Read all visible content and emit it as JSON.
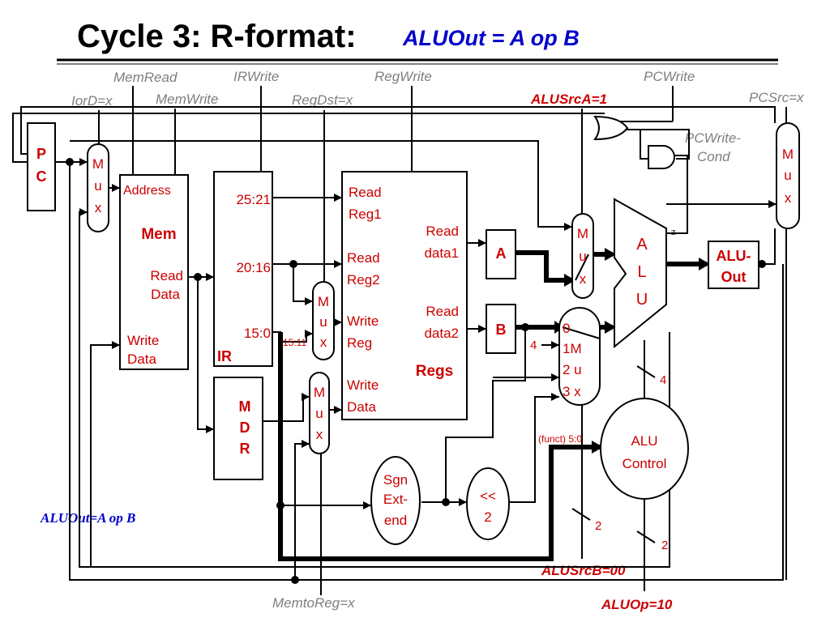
{
  "title": {
    "main": "Cycle 3: R-format:",
    "sub": "ALUOut = A op B"
  },
  "control_signals": {
    "memread": "MemRead",
    "irwrite": "IRWrite",
    "regwrite": "RegWrite",
    "pcwrite": "PCWrite",
    "iord": "IorD=x",
    "memwrite": "MemWrite",
    "regdst": "RegDst=x",
    "alusrca": "ALUSrcA=1",
    "pcsrc": "PCSrc=x",
    "pcwritecond_1": "PCWrite-",
    "pcwritecond_2": "Cond",
    "memtoreg": "MemtoReg=x",
    "alusrcb": "ALUSrcB=00",
    "aluop": "ALUOp=10",
    "note": "ALUOut=A op B"
  },
  "blocks": {
    "pc": {
      "line1": "P",
      "line2": "C"
    },
    "mux_letters": [
      "M",
      "u",
      "x"
    ],
    "mem": {
      "address": "Address",
      "name": "Mem",
      "read_data_1": "Read",
      "read_data_2": "Data",
      "write_data_1": "Write",
      "write_data_2": "Data"
    },
    "ir": {
      "name": "IR",
      "f25_21": "25:21",
      "f20_16": "20:16",
      "f15_0": "15:0",
      "f15_11": "15:11"
    },
    "mdr": {
      "l1": "M",
      "l2": "D",
      "l3": "R"
    },
    "regs": {
      "read_reg1_1": "Read",
      "read_reg1_2": "Reg1",
      "read_reg2_1": "Read",
      "read_reg2_2": "Reg2",
      "write_reg_1": "Write",
      "write_reg_2": "Reg",
      "write_data_1": "Write",
      "write_data_2": "Data",
      "read_data1_1": "Read",
      "read_data1_2": "data1",
      "read_data2_1": "Read",
      "read_data2_2": "data2",
      "name": "Regs"
    },
    "a_reg": "A",
    "b_reg": "B",
    "alu": {
      "l1": "A",
      "l2": "L",
      "l3": "U",
      "zero": "z"
    },
    "aluout": {
      "l1": "ALU-",
      "l2": "Out"
    },
    "alusrcb_mux": {
      "in0": "0",
      "in1": "1M",
      "in2": "2 u",
      "in3": "3 x",
      "const4": "4"
    },
    "sign_ext": {
      "l1": "Sgn",
      "l2": "Ext-",
      "l3": "end"
    },
    "shift": {
      "l1": "<<",
      "l2": "2"
    },
    "alu_control": {
      "l1": "ALU",
      "l2": "Control",
      "funct": "(funct) 5:0"
    },
    "bus_widths": {
      "aluop_w": "2",
      "alusrcb_w": "2",
      "aluctl_w": "4"
    }
  }
}
